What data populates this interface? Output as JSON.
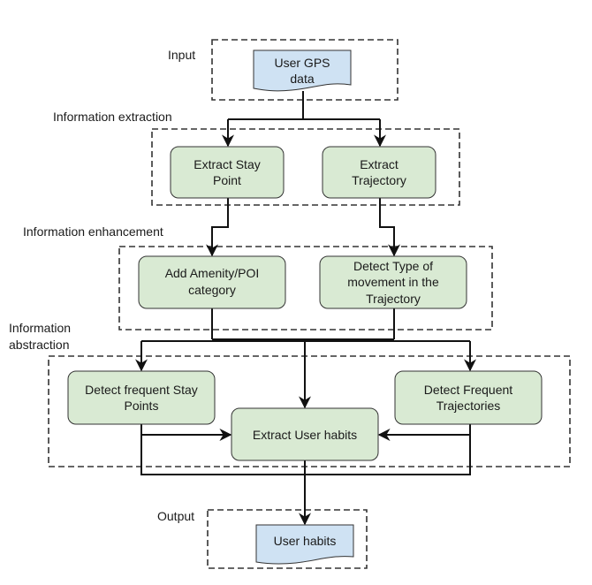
{
  "diagram": {
    "stages": {
      "input": "Input",
      "extraction": "Information extraction",
      "enhancement": "Information enhancement",
      "abstraction_line1": "Information",
      "abstraction_line2": "abstraction",
      "output": "Output"
    },
    "nodes": {
      "user_gps_data": {
        "line1": "User GPS",
        "line2": "data",
        "type": "document"
      },
      "extract_stay_point": {
        "line1": "Extract Stay",
        "line2": "Point",
        "type": "process"
      },
      "extract_trajectory": {
        "line1": "Extract",
        "line2": "Trajectory",
        "type": "process"
      },
      "add_amenity": {
        "line1": "Add Amenity/POI",
        "line2": "category",
        "type": "process"
      },
      "detect_movement": {
        "line1": "Detect Type of",
        "line2": "movement in the",
        "line3": "Trajectory",
        "type": "process"
      },
      "detect_stay_points": {
        "line1": "Detect frequent Stay",
        "line2": "Points",
        "type": "process"
      },
      "detect_trajectories": {
        "line1": "Detect Frequent",
        "line2": "Trajectories",
        "type": "process"
      },
      "extract_habits": {
        "line1": "Extract User habits",
        "type": "process"
      },
      "user_habits": {
        "line1": "User habits",
        "type": "document"
      }
    },
    "edges": [
      [
        "user_gps_data",
        "extract_stay_point"
      ],
      [
        "user_gps_data",
        "extract_trajectory"
      ],
      [
        "extract_stay_point",
        "add_amenity"
      ],
      [
        "extract_trajectory",
        "detect_movement"
      ],
      [
        "add_amenity",
        "detect_stay_points"
      ],
      [
        "add_amenity",
        "extract_habits"
      ],
      [
        "add_amenity",
        "detect_trajectories"
      ],
      [
        "detect_movement",
        "detect_stay_points"
      ],
      [
        "detect_movement",
        "extract_habits"
      ],
      [
        "detect_movement",
        "detect_trajectories"
      ],
      [
        "detect_stay_points",
        "extract_habits"
      ],
      [
        "detect_trajectories",
        "extract_habits"
      ],
      [
        "extract_habits",
        "user_habits"
      ],
      [
        "detect_stay_points",
        "user_habits"
      ],
      [
        "detect_trajectories",
        "user_habits"
      ]
    ],
    "colors": {
      "process_fill": "#d9ead3",
      "document_fill": "#cfe2f3",
      "stroke": "#333333"
    }
  }
}
